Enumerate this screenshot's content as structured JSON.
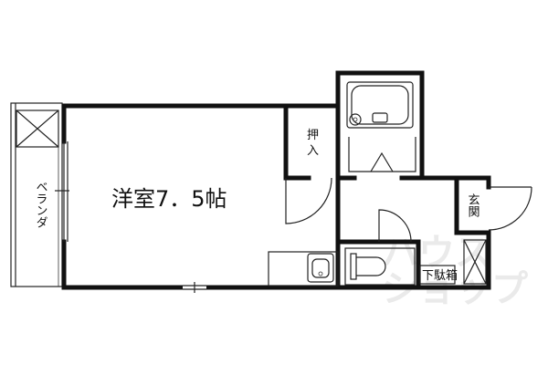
{
  "floorplan": {
    "main_room_label": "洋室7．5帖",
    "closet_label": [
      "押",
      "入"
    ],
    "balcony_label": "ベランダ",
    "entrance_label": "玄関",
    "shoe_box_label": "下駄箱",
    "watermark_line1": "ハウス",
    "watermark_line2": "ショップ"
  }
}
